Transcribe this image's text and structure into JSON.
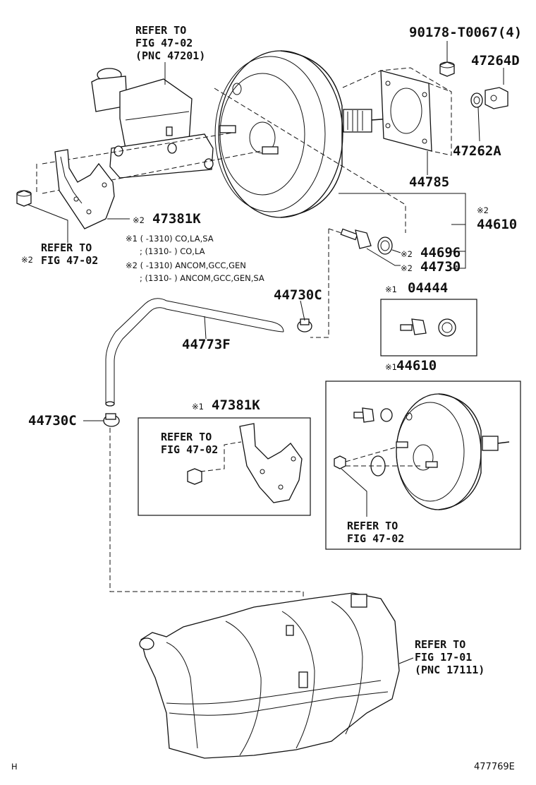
{
  "refs": {
    "master_cylinder": [
      "REFER TO",
      "FIG 47-02",
      "(PNC 47201)"
    ],
    "bracket_top": [
      "REFER TO",
      "FIG 47-02"
    ],
    "bracket_box": [
      "REFER TO",
      "FIG 47-02"
    ],
    "booster_box": [
      "REFER TO",
      "FIG 47-02"
    ],
    "manifold": [
      "REFER TO",
      "FIG 17-01",
      "(PNC 17111)"
    ]
  },
  "parts": {
    "p90178": "90178-T0067(4)",
    "p47264D": "47264D",
    "p47262A": "47262A",
    "p44785": "44785",
    "p44610": "44610",
    "p44696": "44696",
    "p44730": "44730",
    "p47381K": "47381K",
    "p44730C_top": "44730C",
    "p44773F": "44773F",
    "p04444": "04444",
    "p44610_box": "44610",
    "p47381K_box": "47381K",
    "p44730C_left": "44730C"
  },
  "marks": {
    "m1": "※1",
    "m2": "※2"
  },
  "notes": {
    "line1": "※1 (      -1310) CO,LA,SA",
    "line2": "; (1310-      ) CO,LA",
    "line3": "※2 (      -1310) ANCOM,GCC,GEN",
    "line4": "; (1310-      ) ANCOM,GCC,GEN,SA"
  },
  "footer": {
    "left": "H",
    "right": "477769E"
  }
}
